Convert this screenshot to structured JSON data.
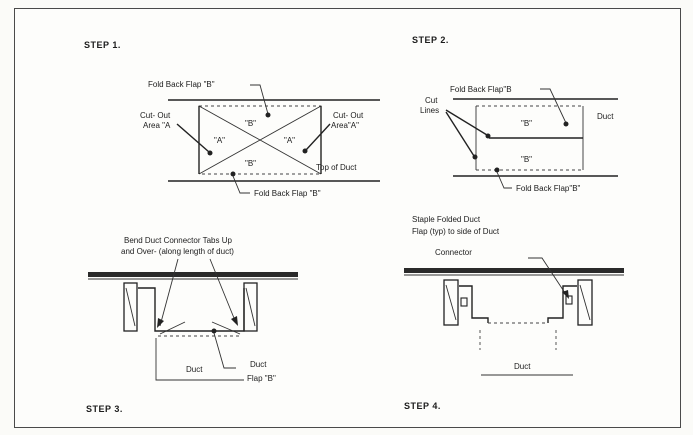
{
  "steps": {
    "step1": {
      "title": "STEP 1.",
      "fold_back_top": "Fold Back Flap \"B\"",
      "fold_back_bottom": "Fold Back Flap \"B\"",
      "cutout_left_1": "Cut- Out",
      "cutout_left_2": "Area \"A",
      "cutout_right_1": "Cut- Out",
      "cutout_right_2": "Area\"A\"",
      "region_b_top": "\"B\"",
      "region_a_left": "\"A\"",
      "region_a_right": "\"A\"",
      "region_b_bottom": "\"B\"",
      "top_of_duct": "Top of Duct"
    },
    "step2": {
      "title": "STEP 2.",
      "fold_back_top": "Fold Back Flap\"B",
      "cut_lines_1": "Cut",
      "cut_lines_2": "Lines",
      "region_b_top": "\"B\"",
      "region_b_bottom": "\"B\"",
      "duct": "Duct",
      "fold_back_bottom": "Fold Back Flap\"B\""
    },
    "step3": {
      "title": "STEP 3.",
      "instruction_1": "Bend Duct Connector Tabs Up",
      "instruction_2": "and Over- (along length of duct)",
      "duct": "Duct",
      "duct_flap_1": "Duct",
      "duct_flap_2": "Flap \"B\""
    },
    "step4": {
      "title": "STEP 4.",
      "instruction_1": "Staple Folded Duct",
      "instruction_2": "Flap (typ) to side of Duct",
      "instruction_3": "Connector",
      "duct": "Duct"
    }
  }
}
